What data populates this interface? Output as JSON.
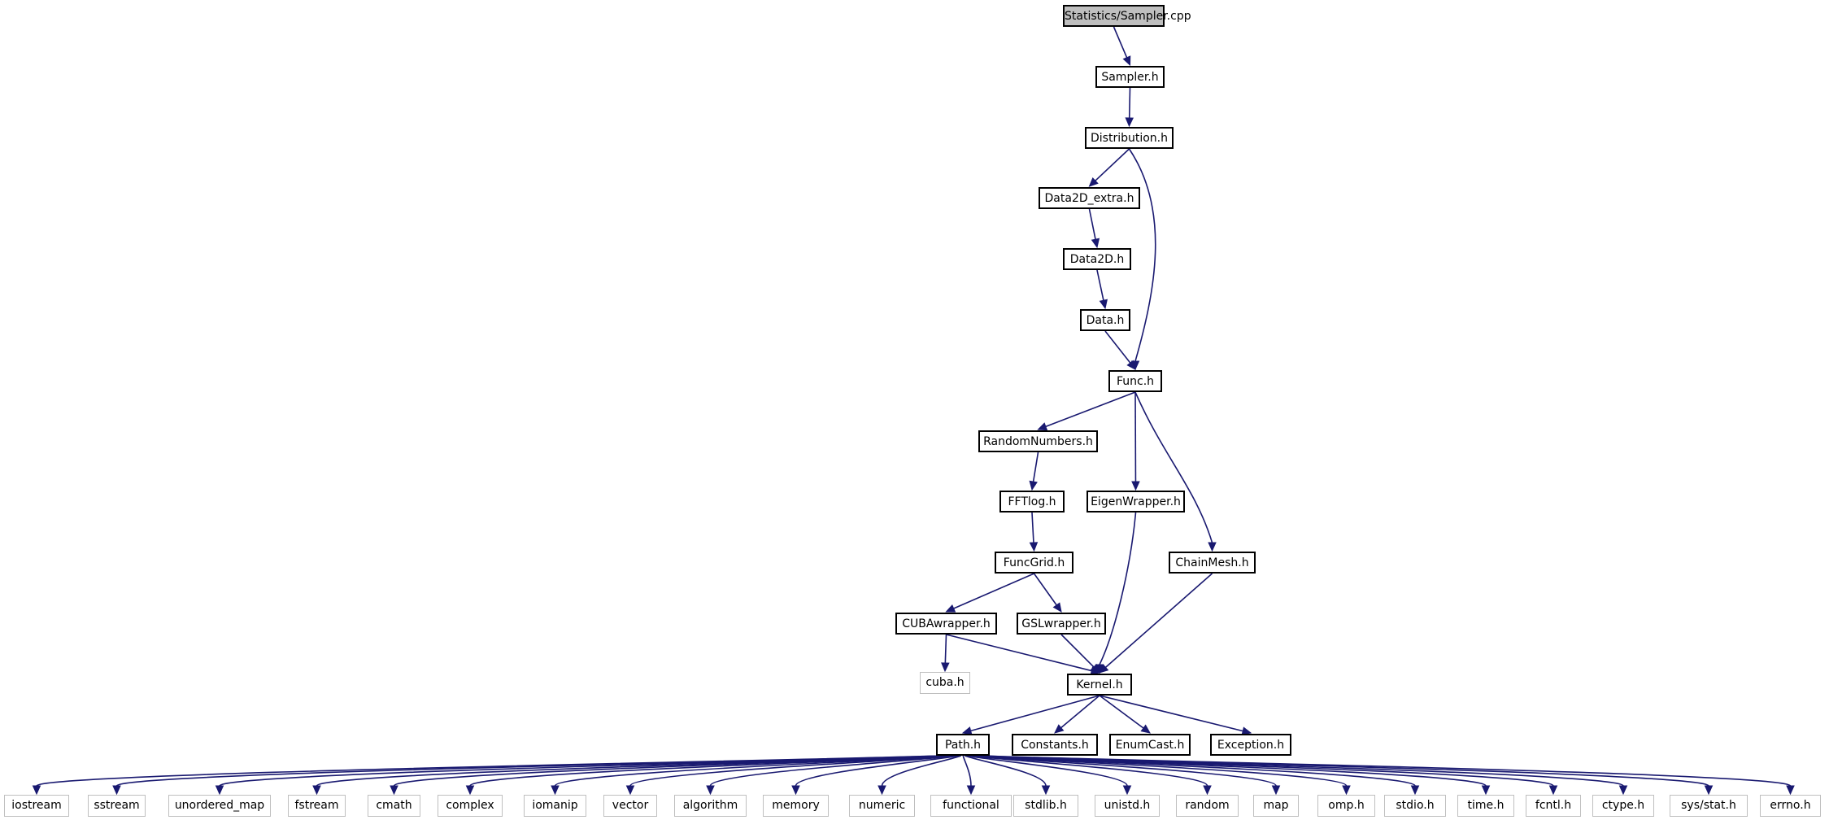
{
  "graph": {
    "edge_color": "#191970",
    "project_node_border": "#000000",
    "system_node_border": "#bfbfbf",
    "root_fill": "#bfbfbf",
    "root": {
      "id": "sampler_cpp",
      "label": "Statistics/Sampler.cpp"
    },
    "project_headers": [
      {
        "id": "sampler_h",
        "label": "Sampler.h"
      },
      {
        "id": "distribution_h",
        "label": "Distribution.h"
      },
      {
        "id": "data2d_extra_h",
        "label": "Data2D_extra.h"
      },
      {
        "id": "data2d_h",
        "label": "Data2D.h"
      },
      {
        "id": "data_h",
        "label": "Data.h"
      },
      {
        "id": "func_h",
        "label": "Func.h"
      },
      {
        "id": "randomnumbers_h",
        "label": "RandomNumbers.h"
      },
      {
        "id": "eigenwrapper_h",
        "label": "EigenWrapper.h"
      },
      {
        "id": "fftlog_h",
        "label": "FFTlog.h"
      },
      {
        "id": "funcgrid_h",
        "label": "FuncGrid.h"
      },
      {
        "id": "chainmesh_h",
        "label": "ChainMesh.h"
      },
      {
        "id": "cubawrapper_h",
        "label": "CUBAwrapper.h"
      },
      {
        "id": "gslwrapper_h",
        "label": "GSLwrapper.h"
      },
      {
        "id": "kernel_h",
        "label": "Kernel.h"
      },
      {
        "id": "path_h",
        "label": "Path.h"
      },
      {
        "id": "constants_h",
        "label": "Constants.h"
      },
      {
        "id": "enumcast_h",
        "label": "EnumCast.h"
      },
      {
        "id": "exception_h",
        "label": "Exception.h"
      }
    ],
    "system_headers": [
      {
        "id": "cuba_h",
        "label": "cuba.h"
      },
      {
        "id": "iostream",
        "label": "iostream"
      },
      {
        "id": "sstream",
        "label": "sstream"
      },
      {
        "id": "unordered_map",
        "label": "unordered_map"
      },
      {
        "id": "fstream",
        "label": "fstream"
      },
      {
        "id": "cmath",
        "label": "cmath"
      },
      {
        "id": "complex",
        "label": "complex"
      },
      {
        "id": "iomanip",
        "label": "iomanip"
      },
      {
        "id": "vector",
        "label": "vector"
      },
      {
        "id": "algorithm",
        "label": "algorithm"
      },
      {
        "id": "memory",
        "label": "memory"
      },
      {
        "id": "numeric",
        "label": "numeric"
      },
      {
        "id": "functional",
        "label": "functional"
      },
      {
        "id": "stdlib_h",
        "label": "stdlib.h"
      },
      {
        "id": "unistd_h",
        "label": "unistd.h"
      },
      {
        "id": "random",
        "label": "random"
      },
      {
        "id": "map",
        "label": "map"
      },
      {
        "id": "omp_h",
        "label": "omp.h"
      },
      {
        "id": "stdio_h",
        "label": "stdio.h"
      },
      {
        "id": "time_h",
        "label": "time.h"
      },
      {
        "id": "fcntl_h",
        "label": "fcntl.h"
      },
      {
        "id": "ctype_h",
        "label": "ctype.h"
      },
      {
        "id": "sys_stat_h",
        "label": "sys/stat.h"
      },
      {
        "id": "errno_h",
        "label": "errno.h"
      }
    ],
    "edges": [
      [
        "sampler_cpp",
        "sampler_h"
      ],
      [
        "sampler_h",
        "distribution_h"
      ],
      [
        "distribution_h",
        "data2d_extra_h"
      ],
      [
        "distribution_h",
        "func_h"
      ],
      [
        "data2d_extra_h",
        "data2d_h"
      ],
      [
        "data2d_h",
        "data_h"
      ],
      [
        "data_h",
        "func_h"
      ],
      [
        "func_h",
        "randomnumbers_h"
      ],
      [
        "func_h",
        "eigenwrapper_h"
      ],
      [
        "func_h",
        "chainmesh_h"
      ],
      [
        "randomnumbers_h",
        "fftlog_h"
      ],
      [
        "fftlog_h",
        "funcgrid_h"
      ],
      [
        "funcgrid_h",
        "cubawrapper_h"
      ],
      [
        "funcgrid_h",
        "gslwrapper_h"
      ],
      [
        "cubawrapper_h",
        "cuba_h"
      ],
      [
        "cubawrapper_h",
        "kernel_h"
      ],
      [
        "gslwrapper_h",
        "kernel_h"
      ],
      [
        "eigenwrapper_h",
        "kernel_h"
      ],
      [
        "chainmesh_h",
        "kernel_h"
      ],
      [
        "kernel_h",
        "path_h"
      ],
      [
        "kernel_h",
        "constants_h"
      ],
      [
        "kernel_h",
        "enumcast_h"
      ],
      [
        "kernel_h",
        "exception_h"
      ],
      [
        "path_h",
        "iostream"
      ],
      [
        "path_h",
        "sstream"
      ],
      [
        "path_h",
        "unordered_map"
      ],
      [
        "path_h",
        "fstream"
      ],
      [
        "path_h",
        "cmath"
      ],
      [
        "path_h",
        "complex"
      ],
      [
        "path_h",
        "iomanip"
      ],
      [
        "path_h",
        "vector"
      ],
      [
        "path_h",
        "algorithm"
      ],
      [
        "path_h",
        "memory"
      ],
      [
        "path_h",
        "numeric"
      ],
      [
        "path_h",
        "functional"
      ],
      [
        "path_h",
        "stdlib_h"
      ],
      [
        "path_h",
        "unistd_h"
      ],
      [
        "path_h",
        "random"
      ],
      [
        "path_h",
        "map"
      ],
      [
        "path_h",
        "omp_h"
      ],
      [
        "path_h",
        "stdio_h"
      ],
      [
        "path_h",
        "time_h"
      ],
      [
        "path_h",
        "fcntl_h"
      ],
      [
        "path_h",
        "ctype_h"
      ],
      [
        "path_h",
        "sys_stat_h"
      ],
      [
        "path_h",
        "errno_h"
      ]
    ]
  }
}
